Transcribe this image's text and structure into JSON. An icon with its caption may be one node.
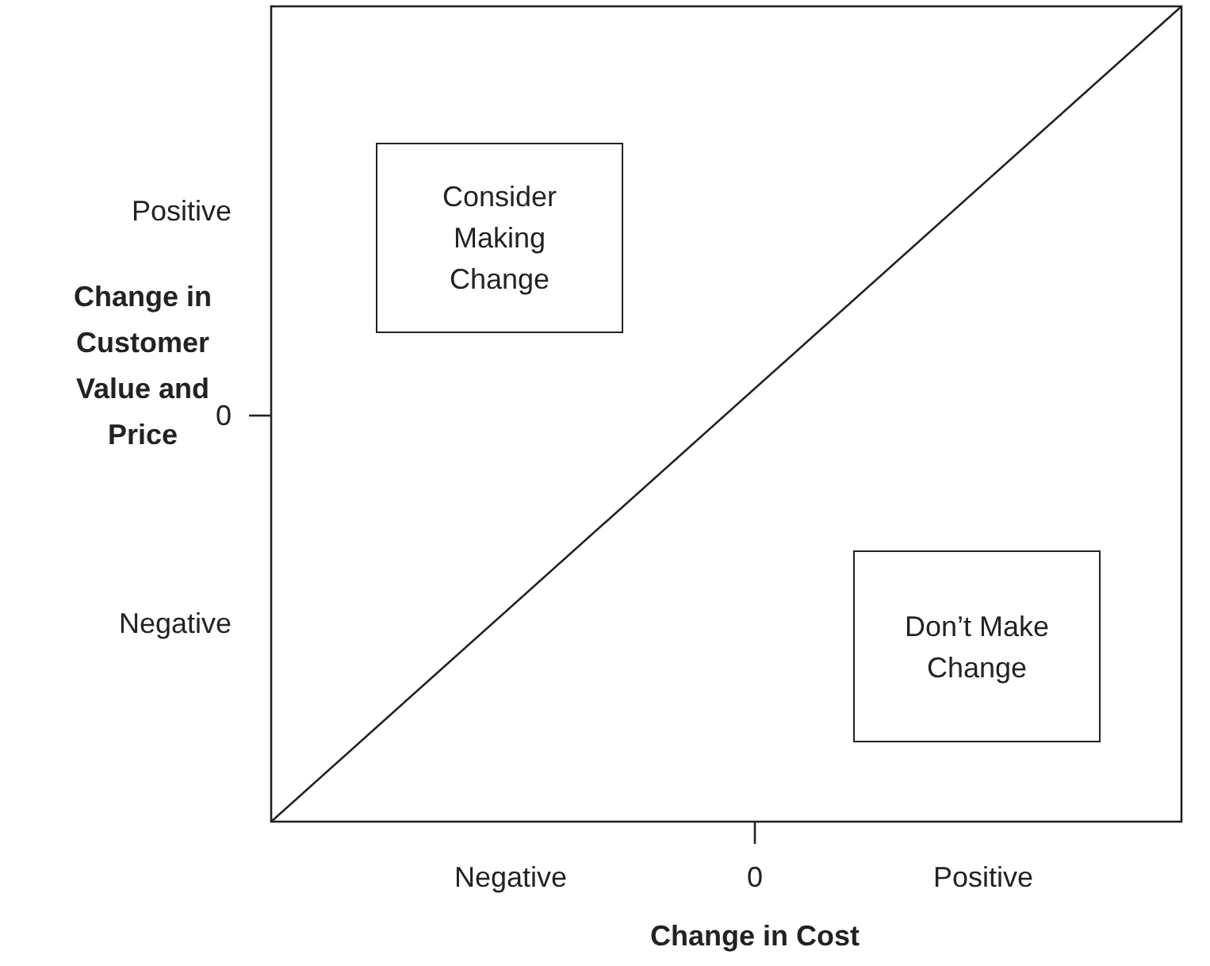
{
  "diagram": {
    "nodes": [
      {
        "text": [
          "Consider Making Change"
        ]
      },
      {
        "text": [
          "Don’t Make Change"
        ]
      }
    ],
    "labels": [
      "Positive",
      "Change in Customer Value and Price",
      "0",
      "Negative",
      "Negative",
      "0",
      "Positive",
      "Change in Cost"
    ]
  }
}
